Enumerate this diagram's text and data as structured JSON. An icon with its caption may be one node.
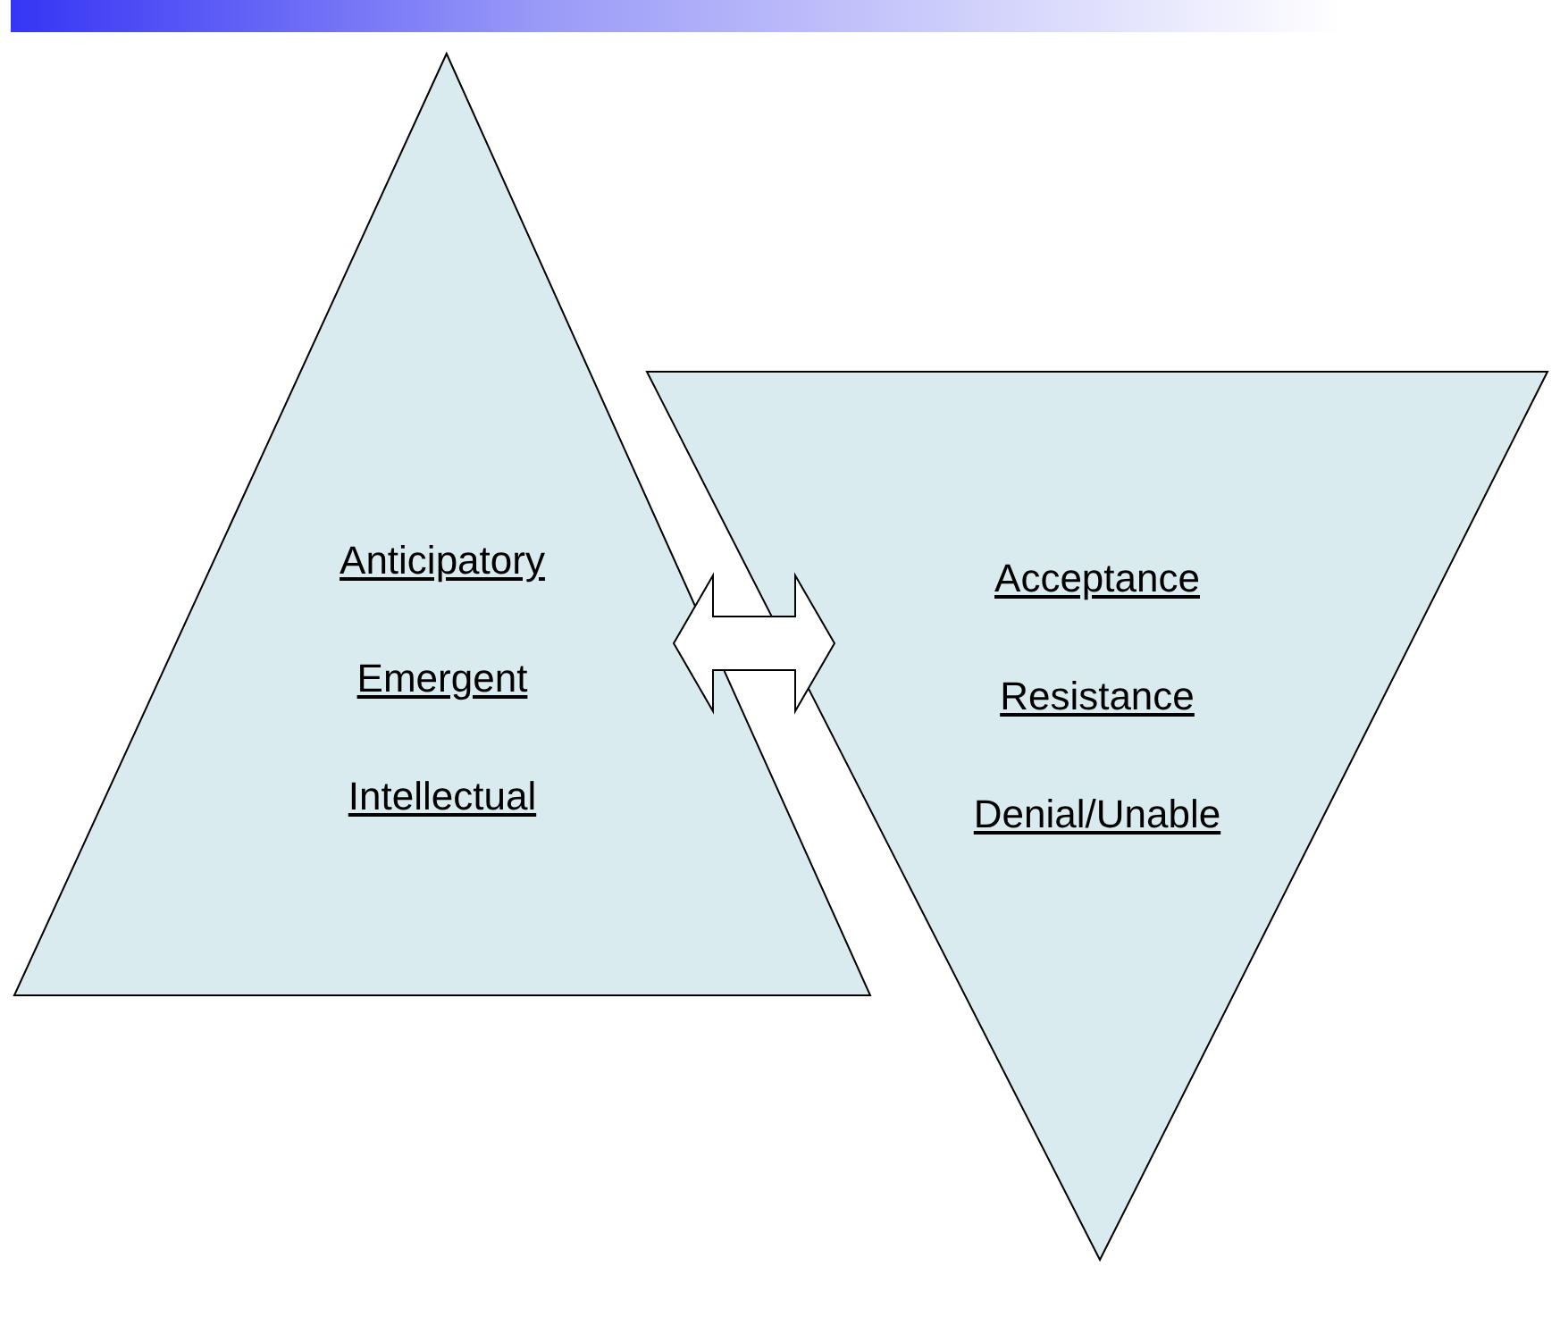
{
  "diagram": {
    "nodes": [
      {
        "text": [
          "Anticipatory",
          "Emergent",
          "Intellectual"
        ]
      },
      {
        "text": [
          "Acceptance",
          "Resistance",
          "Denial/Unable"
        ]
      }
    ],
    "edges": [
      {
        "from": 0,
        "to": 1,
        "arrow": "both"
      }
    ]
  }
}
